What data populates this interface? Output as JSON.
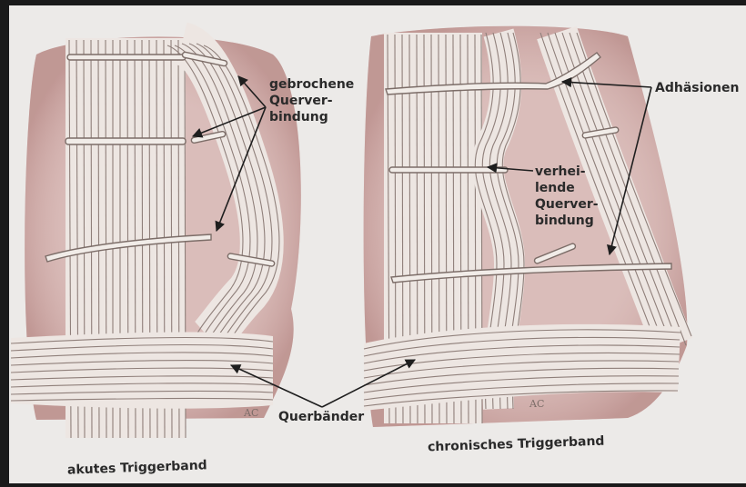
{
  "labels": {
    "broken_crosslink": "gebrochene\nQuerver-\nbindung",
    "adhesions": "Adhäsionen",
    "healing_crosslink": "verhei-\nlende\nQuerver-\nbindung",
    "crossbands": "Querbänder",
    "acute_caption": "akutes Triggerband",
    "chronic_caption": "chronisches Triggerband",
    "signature_left": "AC",
    "signature_right": "AC"
  },
  "colors": {
    "paper": "#eceae8",
    "shadow": "#c9a3a0",
    "fiber_light": "#f1ece8",
    "fiber_line": "#8f7f7a",
    "arrow": "#1e1e1e"
  }
}
